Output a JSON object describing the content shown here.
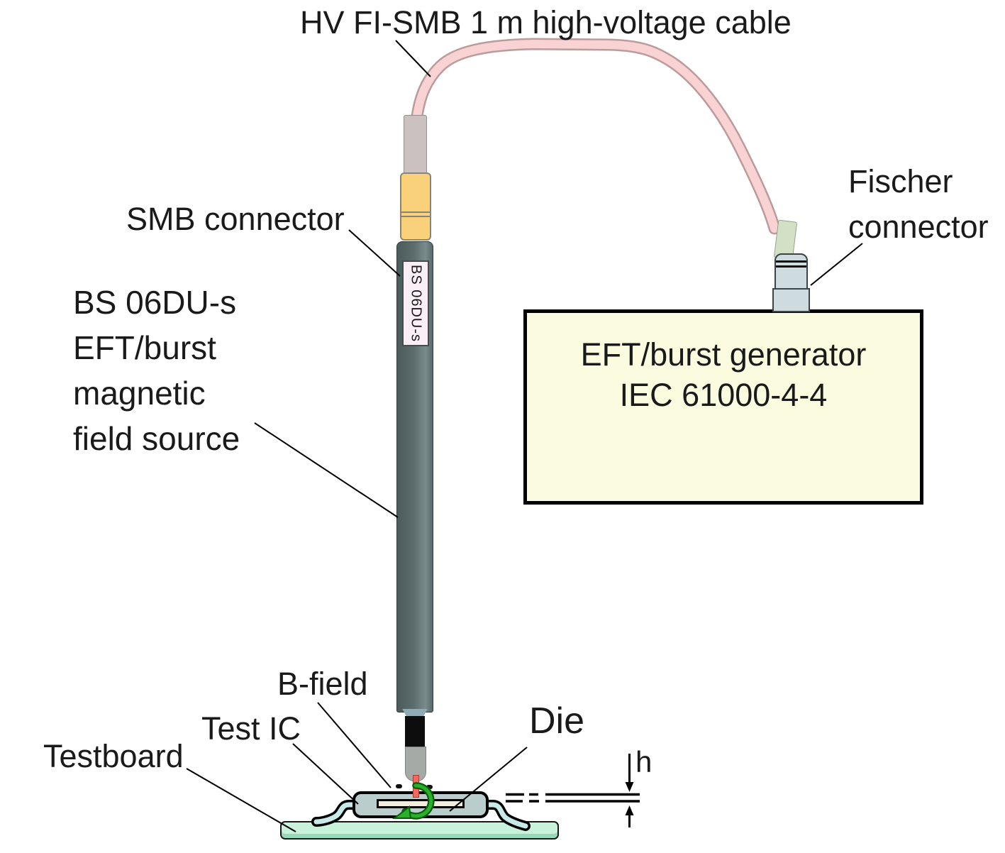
{
  "title": "HV FI-SMB 1 m high-voltage cable",
  "labels": {
    "smb_connector": "SMB connector",
    "fischer_connector_line1": "Fischer",
    "fischer_connector_line2": "connector",
    "probe_name_line1": "BS 06DU-s",
    "probe_name_line2": "EFT/burst",
    "probe_name_line3": "magnetic",
    "probe_name_line4": "field source",
    "probe_sticker": "BS 06DU-s",
    "b_field": "B-field",
    "test_ic": "Test IC",
    "testboard": "Testboard",
    "die": "Die",
    "height_dimension": "h"
  },
  "generator_box": {
    "line1": "EFT/burst generator",
    "line2": "IEC 61000-4-4"
  },
  "colors": {
    "cable_fill": "#F9D2D4",
    "cable_outline": "#BC9B9B",
    "smb_connector": "#F8D17A",
    "cable_sleeve": "#CBC1C1",
    "fischer_sleeve": "#D2E1C6",
    "fischer_body": "#CEDCDF",
    "probe_body": "#5D6D6D",
    "probe_tip": "#A6AAA7",
    "probe_ferrule": "#0D0D0D",
    "b_field_arrow": "#29B029",
    "field_element": "#F4685E",
    "generator_fill": "#FBFBE0",
    "ic_package": "#BACDCD",
    "die_fill": "#F2ECDA",
    "lead_fill": "#C7E9E7",
    "testboard_fill": "#C8F2D9",
    "sticker_fill": "#FAEFF7"
  }
}
